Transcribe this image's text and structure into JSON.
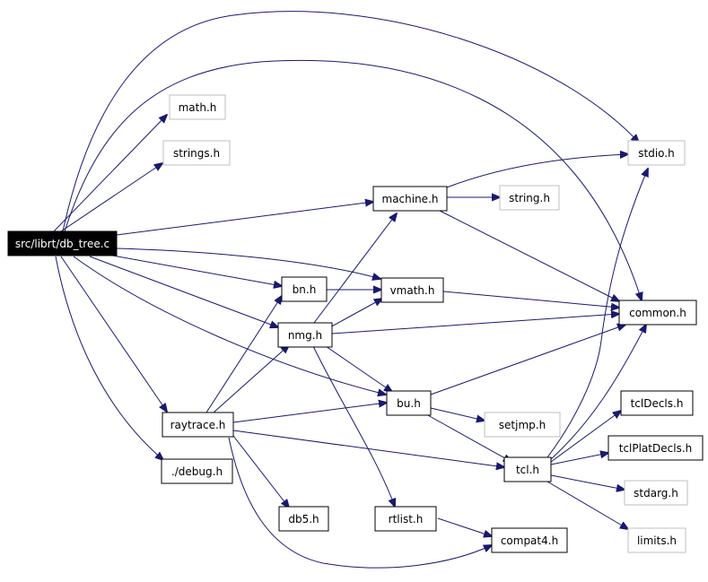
{
  "graph": {
    "colors": {
      "edge": "#191970",
      "root_fill": "#000000",
      "root_text": "#ffffff",
      "node_border": "#000000",
      "external_border": "#bfbfbf"
    },
    "nodes": {
      "root": "src/librt/db_tree.c",
      "math_h": "math.h",
      "strings_h": "strings.h",
      "machine_h": "machine.h",
      "string_h": "string.h",
      "stdio_h": "stdio.h",
      "bn_h": "bn.h",
      "vmath_h": "vmath.h",
      "common_h": "common.h",
      "nmg_h": "nmg.h",
      "bu_h": "bu.h",
      "setjmp_h": "setjmp.h",
      "raytrace_h": "raytrace.h",
      "tclDecls_h": "tclDecls.h",
      "tclPlatDecls_h": "tclPlatDecls.h",
      "debug_h": "./debug.h",
      "tcl_h": "tcl.h",
      "stdarg_h": "stdarg.h",
      "db5_h": "db5.h",
      "rtlist_h": "rtlist.h",
      "compat4_h": "compat4.h",
      "limits_h": "limits.h"
    }
  }
}
